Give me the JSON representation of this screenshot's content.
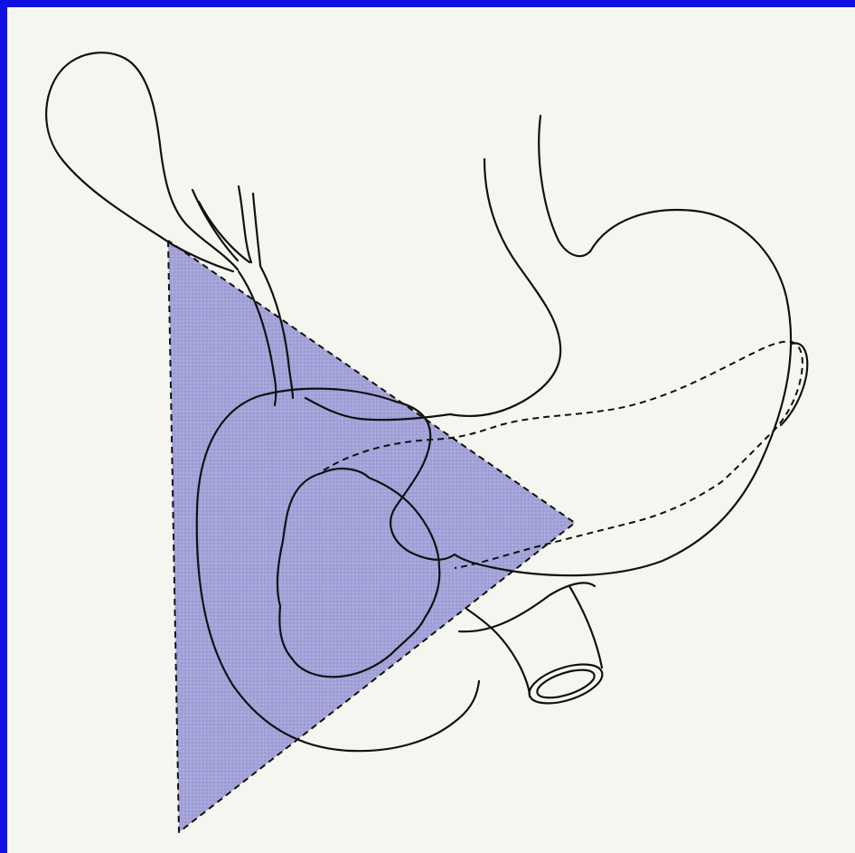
{
  "colors": {
    "frame": "#1010e0",
    "paper": "#f6f6f1",
    "triangle_fill": "#9a9ad6",
    "line": "#111111"
  },
  "figure": {
    "type": "anatomical-line-drawing",
    "structures": [
      "gallbladder",
      "bile-ducts",
      "esophagus",
      "stomach",
      "duodenum",
      "pancreas",
      "tumor-mass",
      "shaded-triangle"
    ]
  }
}
